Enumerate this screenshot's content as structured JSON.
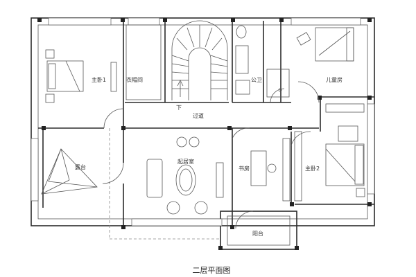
{
  "title": "二层平面图",
  "rooms": {
    "master_bedroom_1": "主卧1",
    "cloakroom": "衣帽间",
    "stairs_down": "下",
    "bathroom": "公卫",
    "kids_room": "儿童房",
    "corridor": "过道",
    "terrace": "露台",
    "living_room": "起居室",
    "study": "书房",
    "master_bedroom_2": "主卧2",
    "balcony": "阳台"
  },
  "colors": {
    "wall": "#2b2b2b",
    "column": "#222222"
  }
}
